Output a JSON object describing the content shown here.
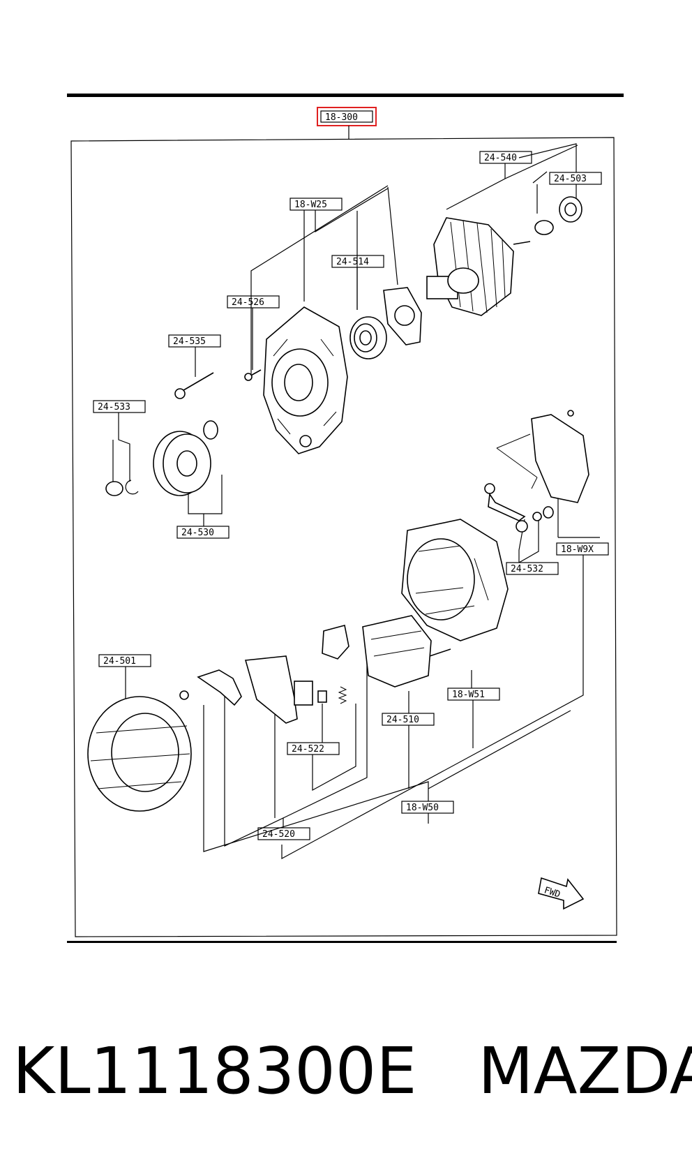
{
  "diagram": {
    "assembly_label": "18-300",
    "fwd_label": "FWD",
    "labels": {
      "l_24_540": "24-540",
      "l_24_503": "24-503",
      "l_18_w25": "18-W25",
      "l_24_514": "24-514",
      "l_24_526": "24-526",
      "l_24_535": "24-535",
      "l_24_533": "24-533",
      "l_24_530": "24-530",
      "l_18_w9x": "18-W9X",
      "l_24_532": "24-532",
      "l_24_501": "24-501",
      "l_18_w51": "18-W51",
      "l_24_510": "24-510",
      "l_24_522": "24-522",
      "l_18_w50": "18-W50",
      "l_24_520": "24-520"
    }
  },
  "caption": {
    "part_number": "KL1118300E",
    "brand": "MAZDA"
  },
  "colors": {
    "highlight": "#e02020",
    "ink": "#000000"
  }
}
